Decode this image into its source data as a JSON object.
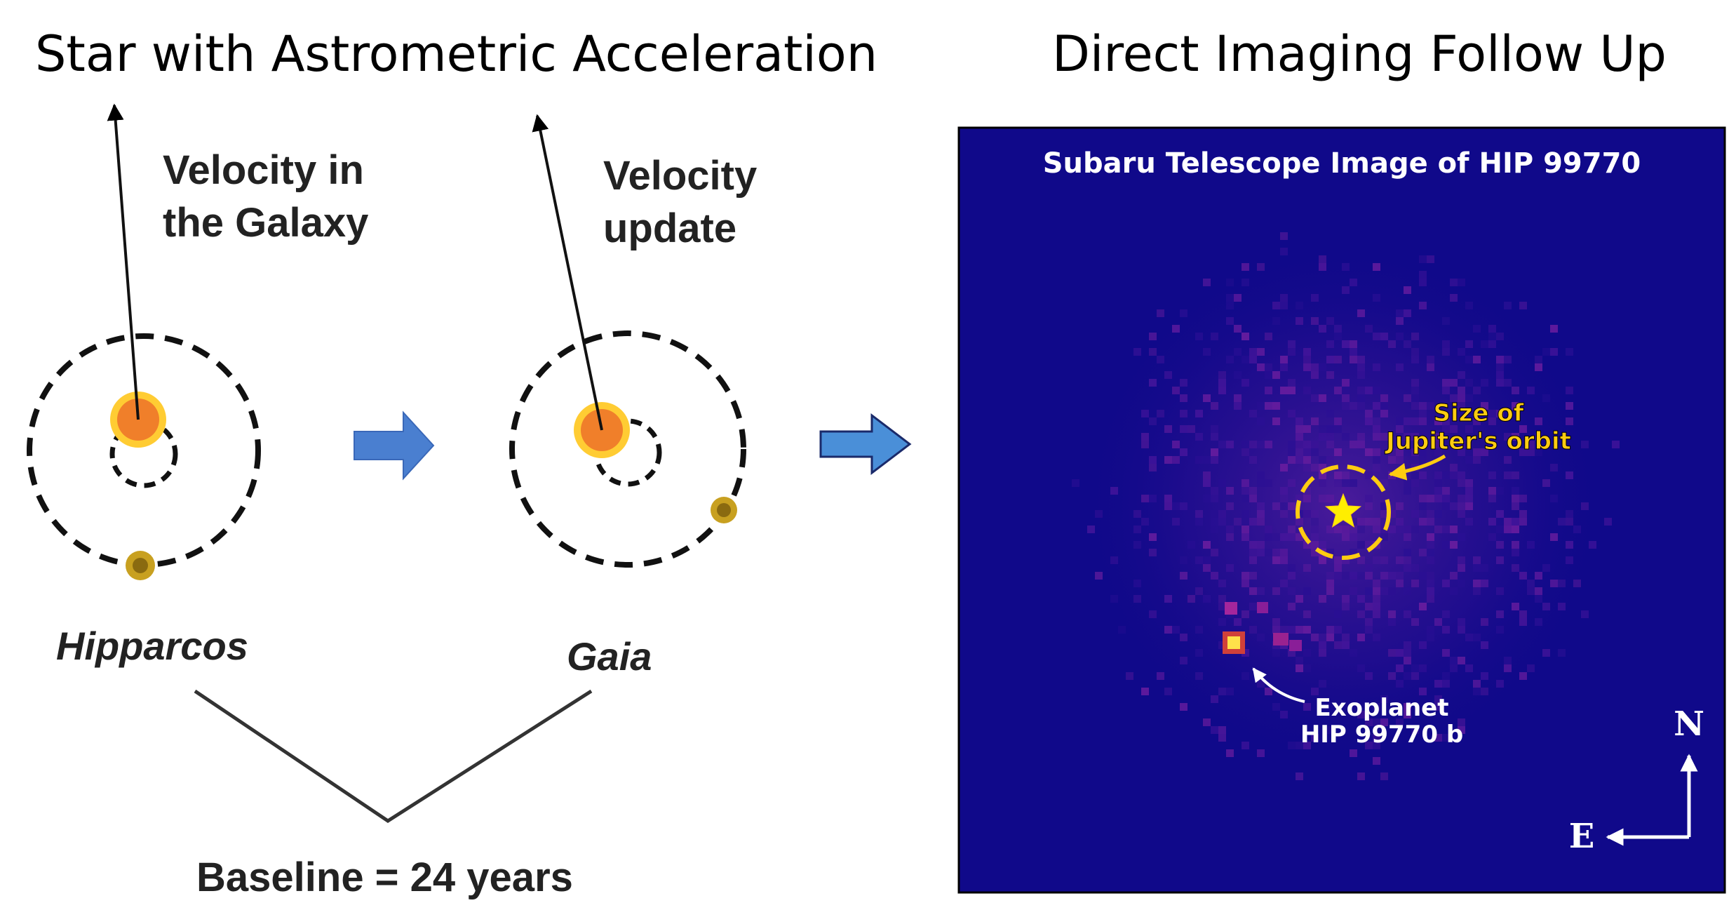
{
  "headings": {
    "left": "Star with Astrometric Acceleration",
    "right": "Direct Imaging Follow Up"
  },
  "left_panel": {
    "velocity_label_1": [
      "Velocity in",
      "the Galaxy"
    ],
    "velocity_label_2": [
      "Velocity",
      "update"
    ],
    "epoch_1": "Hipparcos",
    "epoch_2": "Gaia",
    "baseline": "Baseline = 24 years"
  },
  "image_panel": {
    "title": "Subaru Telescope Image of HIP 99770",
    "orbit_label": [
      "Size of",
      "Jupiter's orbit"
    ],
    "planet_label": [
      "Exoplanet",
      "HIP 99770 b"
    ],
    "compass_north": "N",
    "compass_east": "E"
  },
  "colors": {
    "image_background": "#10098a",
    "star_marker": "#ffee00",
    "orbit_annotation": "#ffcc11",
    "arrow_fill": "#4a7fd0",
    "host_star": "#f07f2a",
    "host_star_glow": "#ffcc33",
    "companion": "#c8a020"
  }
}
